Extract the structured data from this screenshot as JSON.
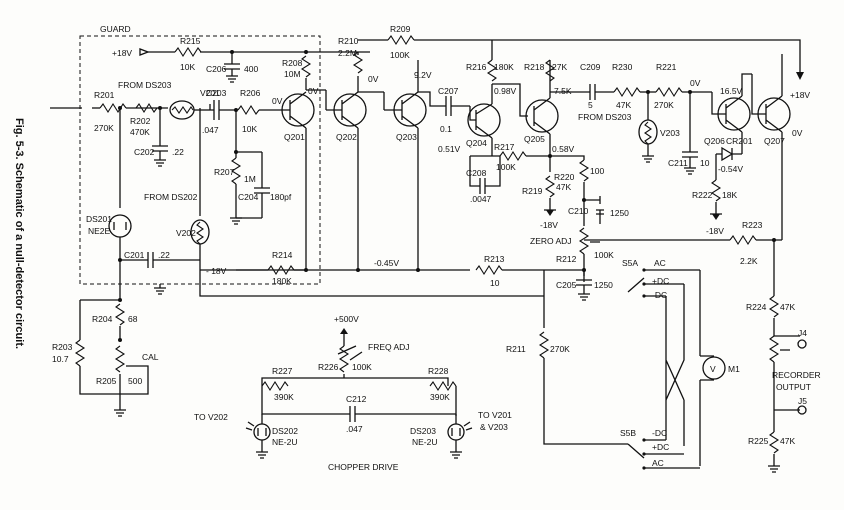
{
  "caption": "Fig. 5-3. Schematic of a null-detector circuit.",
  "guard_label": "GUARD",
  "components": {
    "R201": {
      "ref": "R201",
      "value": "270K"
    },
    "R202": {
      "ref": "R202",
      "value": "470K"
    },
    "R203": {
      "ref": "R203",
      "value": "10.7"
    },
    "R204": {
      "ref": "R204",
      "value": "68"
    },
    "R205": {
      "ref": "R205",
      "value": "500"
    },
    "R206": {
      "ref": "R206",
      "value": "10K"
    },
    "R207": {
      "ref": "R207",
      "value": "1M"
    },
    "R208": {
      "ref": "R208",
      "value": "10M"
    },
    "R209": {
      "ref": "R209",
      "value": "100K"
    },
    "R210": {
      "ref": "R210",
      "value": "2.2M"
    },
    "R211": {
      "ref": "R211",
      "value": "270K"
    },
    "R212": {
      "ref": "R212",
      "value": "100K"
    },
    "R213": {
      "ref": "R213",
      "value": "10"
    },
    "R214": {
      "ref": "R214",
      "value": "180K"
    },
    "R215": {
      "ref": "R215",
      "value": "10K"
    },
    "R216": {
      "ref": "R216",
      "value": "180K"
    },
    "R217": {
      "ref": "R217",
      "value": "100K"
    },
    "R218": {
      "ref": "R218",
      "value": "27K"
    },
    "R219": {
      "ref": "R219",
      "value": "47K"
    },
    "R220": {
      "ref": "R220",
      "value": "100"
    },
    "R221": {
      "ref": "R221",
      "value": "270K"
    },
    "R222": {
      "ref": "R222",
      "value": "18K"
    },
    "R223": {
      "ref": "R223",
      "value": "2.2K"
    },
    "R224": {
      "ref": "R224",
      "value": "47K"
    },
    "R225": {
      "ref": "R225",
      "value": "47K"
    },
    "R226": {
      "ref": "R226",
      "value": "100K"
    },
    "R227": {
      "ref": "R227",
      "value": "390K"
    },
    "R228": {
      "ref": "R228",
      "value": "390K"
    },
    "R230": {
      "ref": "R230",
      "value": "47K"
    },
    "C201": {
      "ref": "C201",
      "value": ".22"
    },
    "C202": {
      "ref": "C202",
      "value": ".22"
    },
    "C203": {
      "ref": "C203",
      "value": ".047"
    },
    "C204": {
      "ref": "C204",
      "value": "180pf"
    },
    "C205": {
      "ref": "C205",
      "value": "1250"
    },
    "C206": {
      "ref": "C206",
      "value": "400"
    },
    "C207": {
      "ref": "C207",
      "value": "0.1"
    },
    "C208": {
      "ref": "C208",
      "value": ".0047"
    },
    "C209": {
      "ref": "C209",
      "value": "5"
    },
    "C210": {
      "ref": "C210",
      "value": "1250"
    },
    "C211": {
      "ref": "C211",
      "value": "10"
    },
    "C212": {
      "ref": "C212",
      "value": ".047"
    }
  },
  "transistors": [
    "Q201",
    "Q202",
    "Q203",
    "Q204",
    "Q205",
    "Q206",
    "Q207"
  ],
  "lamps": {
    "V201": "V201",
    "V202": "V202",
    "V203": "V203",
    "DS201": "DS201",
    "DS201_type": "NE2E",
    "DS202": "DS202",
    "DS202_type": "NE-2U",
    "DS203": "DS203",
    "DS203_type": "NE-2U",
    "CR201": "CR201"
  },
  "supplies": {
    "plus18_a": "+18V",
    "plus18_b": "+18V",
    "minus18_a": "- 18V",
    "minus18_b": "-18V",
    "minus18_c": "-18V",
    "plus500": "+500V"
  },
  "voltages": {
    "v_q201e": "0V",
    "v_q201c": "0V",
    "v_r210": "0V",
    "v_q203": "9.2V",
    "v_q204c": "0.98V",
    "v_q204e": "0.51V",
    "v_q205e": "0.58V",
    "v_q205c": "7.5K",
    "v_r221": "0V",
    "v_q206c": "16.5V",
    "v_q206e": "-0.54V",
    "v_q207": "0V",
    "v_neg045": "-0.45V"
  },
  "labels": {
    "from_ds203_a": "FROM DS203",
    "from_ds203_b": "FROM DS203",
    "from_ds202": "FROM DS202",
    "zero_adj": "ZERO ADJ",
    "cal": "CAL",
    "freq_adj": "FREQ ADJ",
    "chopper": "CHOPPER DRIVE",
    "to_v202": "TO  V202",
    "to_v201": "TO V201",
    "to_v203": "& V203",
    "recorder": "RECORDER",
    "output": "OUTPUT",
    "j4": "J4",
    "j5": "J5",
    "m1": "M1",
    "m1_letter": "V",
    "s5a": "S5A",
    "s5b": "S5B",
    "ac_a": "AC",
    "dcp_a": "+DC",
    "dcm_a": "-DC",
    "ac_b": "AC",
    "dcp_b": "+DC",
    "dcm_b": "-DC"
  }
}
